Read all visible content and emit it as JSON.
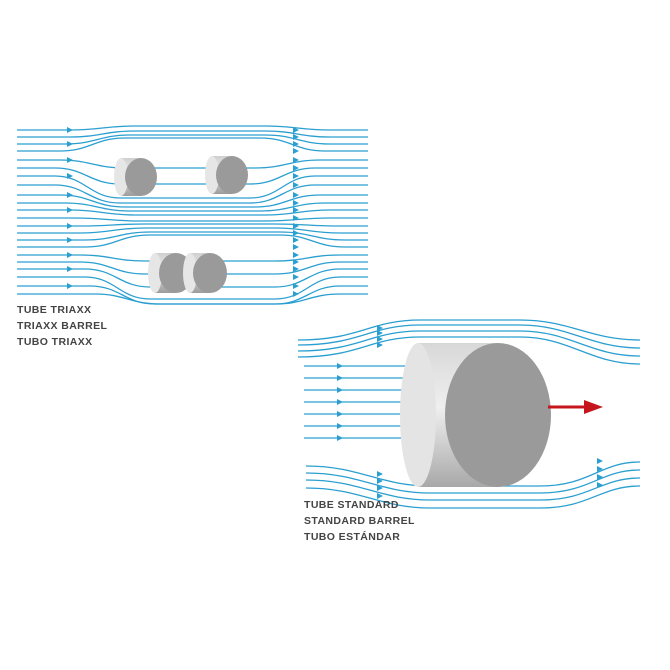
{
  "colors": {
    "streamline": "#2a9fd0",
    "barrel_face": "#9a9a9a",
    "barrel_side": "#c4c4c4",
    "barrel_highlight": "#e6e6e6",
    "arrow": "#c4161c",
    "caption": "#444444"
  },
  "triaxx": {
    "caption": [
      "TUBE TRIAXX",
      "TRIAXX BARREL",
      "TUBO TRIAXX"
    ]
  },
  "standard": {
    "caption": [
      "TUBE STANDARD",
      "STANDARD BARREL",
      "TUBO ESTÁNDAR"
    ]
  }
}
